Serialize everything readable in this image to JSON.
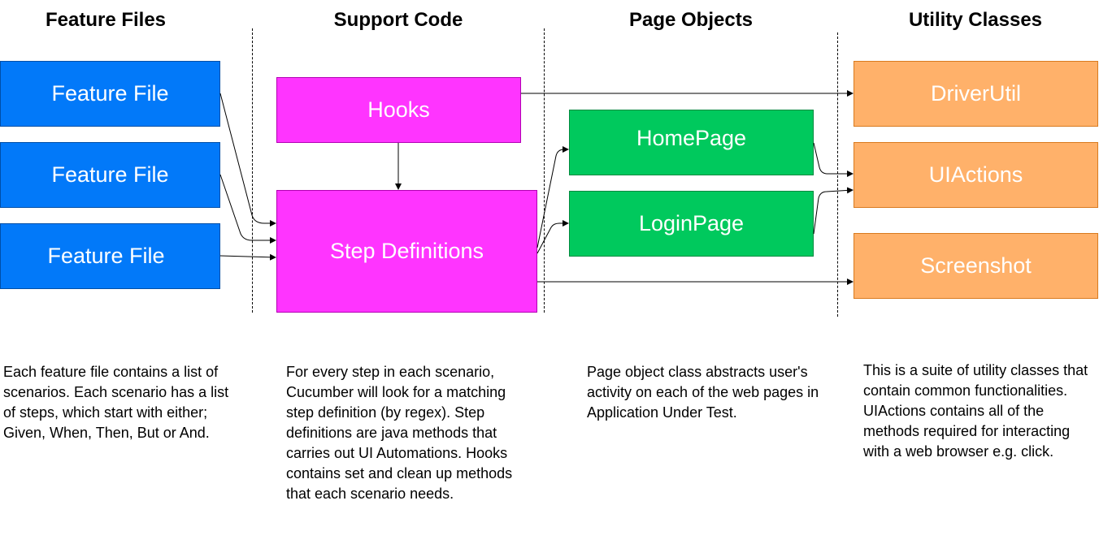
{
  "columns": {
    "feature_files": {
      "heading": "Feature Files",
      "boxes": [
        "Feature File",
        "Feature File",
        "Feature File"
      ],
      "description": "Each feature file contains a list of scenarios. Each scenario has a list of steps, which start with either; Given, When, Then, But or And."
    },
    "support_code": {
      "heading": "Support Code",
      "hooks": "Hooks",
      "step_definitions": "Step Definitions",
      "description": "For every step in each scenario, Cucumber will look for a matching step definition (by regex). Step definitions are java methods that carries out UI Automations.  Hooks contains set and clean up methods that each scenario needs."
    },
    "page_objects": {
      "heading": "Page Objects",
      "home_page": "HomePage",
      "login_page": "LoginPage",
      "description": "Page object class abstracts user's activity on each of the web pages in Application Under Test."
    },
    "utility_classes": {
      "heading": "Utility Classes",
      "driver_util": "DriverUtil",
      "ui_actions": "UIActions",
      "screenshot": "Screenshot",
      "description": "This is a suite of utility classes that contain common functionalities. UIActions contains all of the methods required for interacting with a web browser e.g. click."
    }
  },
  "colors": {
    "feature_box": "#0279f9",
    "support_box": "#ff34ff",
    "page_object_box": "#00c95d",
    "utility_box": "#ffb16a"
  }
}
